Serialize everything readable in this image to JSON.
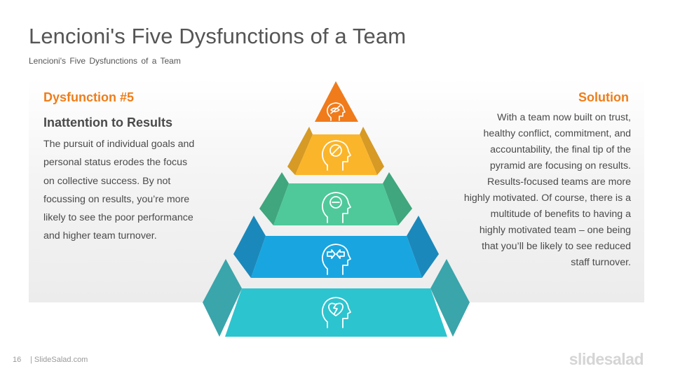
{
  "header": {
    "title": "Lencioni's Five Dysfunctions of a Team",
    "subtitle": "Lencioni's  Five Dysfunctions  of a Team"
  },
  "left_panel": {
    "heading": "Dysfunction #5",
    "subheading": "Inattention to Results",
    "body": "The pursuit of individual goals and personal status erodes the focus on collective success. By not focussing on results, you’re more likely to see the poor performance and higher team turnover."
  },
  "right_panel": {
    "heading": "Solution",
    "body": "With a team now built on trust, healthy conflict, commitment, and accountability, the final tip of the pyramid are focusing on results. Results-focused teams are more highly motivated. Of course, there is a multitude of benefits to having a highly motivated team – one being that you’ll be likely to see reduced staff turnover."
  },
  "pyramid": {
    "levels": [
      {
        "icon": "head-eye-slash-icon",
        "front": "#f07b1b",
        "side": "#c7641a"
      },
      {
        "icon": "head-prohibited-icon",
        "front": "#fbb52a",
        "side": "#d69a25"
      },
      {
        "icon": "head-minus-icon",
        "front": "#4fc99a",
        "side": "#3fa67d"
      },
      {
        "icon": "head-arrows-icon",
        "front": "#19a6e0",
        "side": "#1b88bb"
      },
      {
        "icon": "head-broken-heart-icon",
        "front": "#2cc4cf",
        "side": "#3aa5ab"
      }
    ]
  },
  "footer": {
    "page_number": "16",
    "site": "| SlideSalad.com",
    "brand": "slidesalad"
  }
}
